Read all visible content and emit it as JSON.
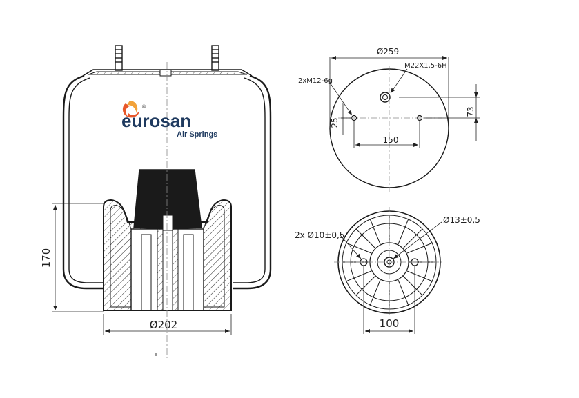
{
  "logo": {
    "name": "eurosan",
    "tagline": "Air Springs",
    "registered": "®",
    "colors": {
      "primary": "#1f3a5f",
      "accent": "#e8572a",
      "accent2": "#f2a23a"
    }
  },
  "side_view": {
    "height_label": "170",
    "base_diameter_label": "Ø202"
  },
  "top_view": {
    "diameter_label": "Ø259",
    "stud_thread_label": "2xM12-6g",
    "air_inlet_label": "M22X1,5-6H",
    "stud_spacing_label": "150",
    "offset_small_label": "25",
    "offset_large_label": "73"
  },
  "bottom_view": {
    "holes_label": "2x Ø10±0,5",
    "center_hole_label": "Ø13±0,5",
    "hole_spacing_label": "100"
  },
  "colors": {
    "line": "#1a1a1a",
    "hatch": "#555555",
    "bumper": "#1a1a1a"
  }
}
